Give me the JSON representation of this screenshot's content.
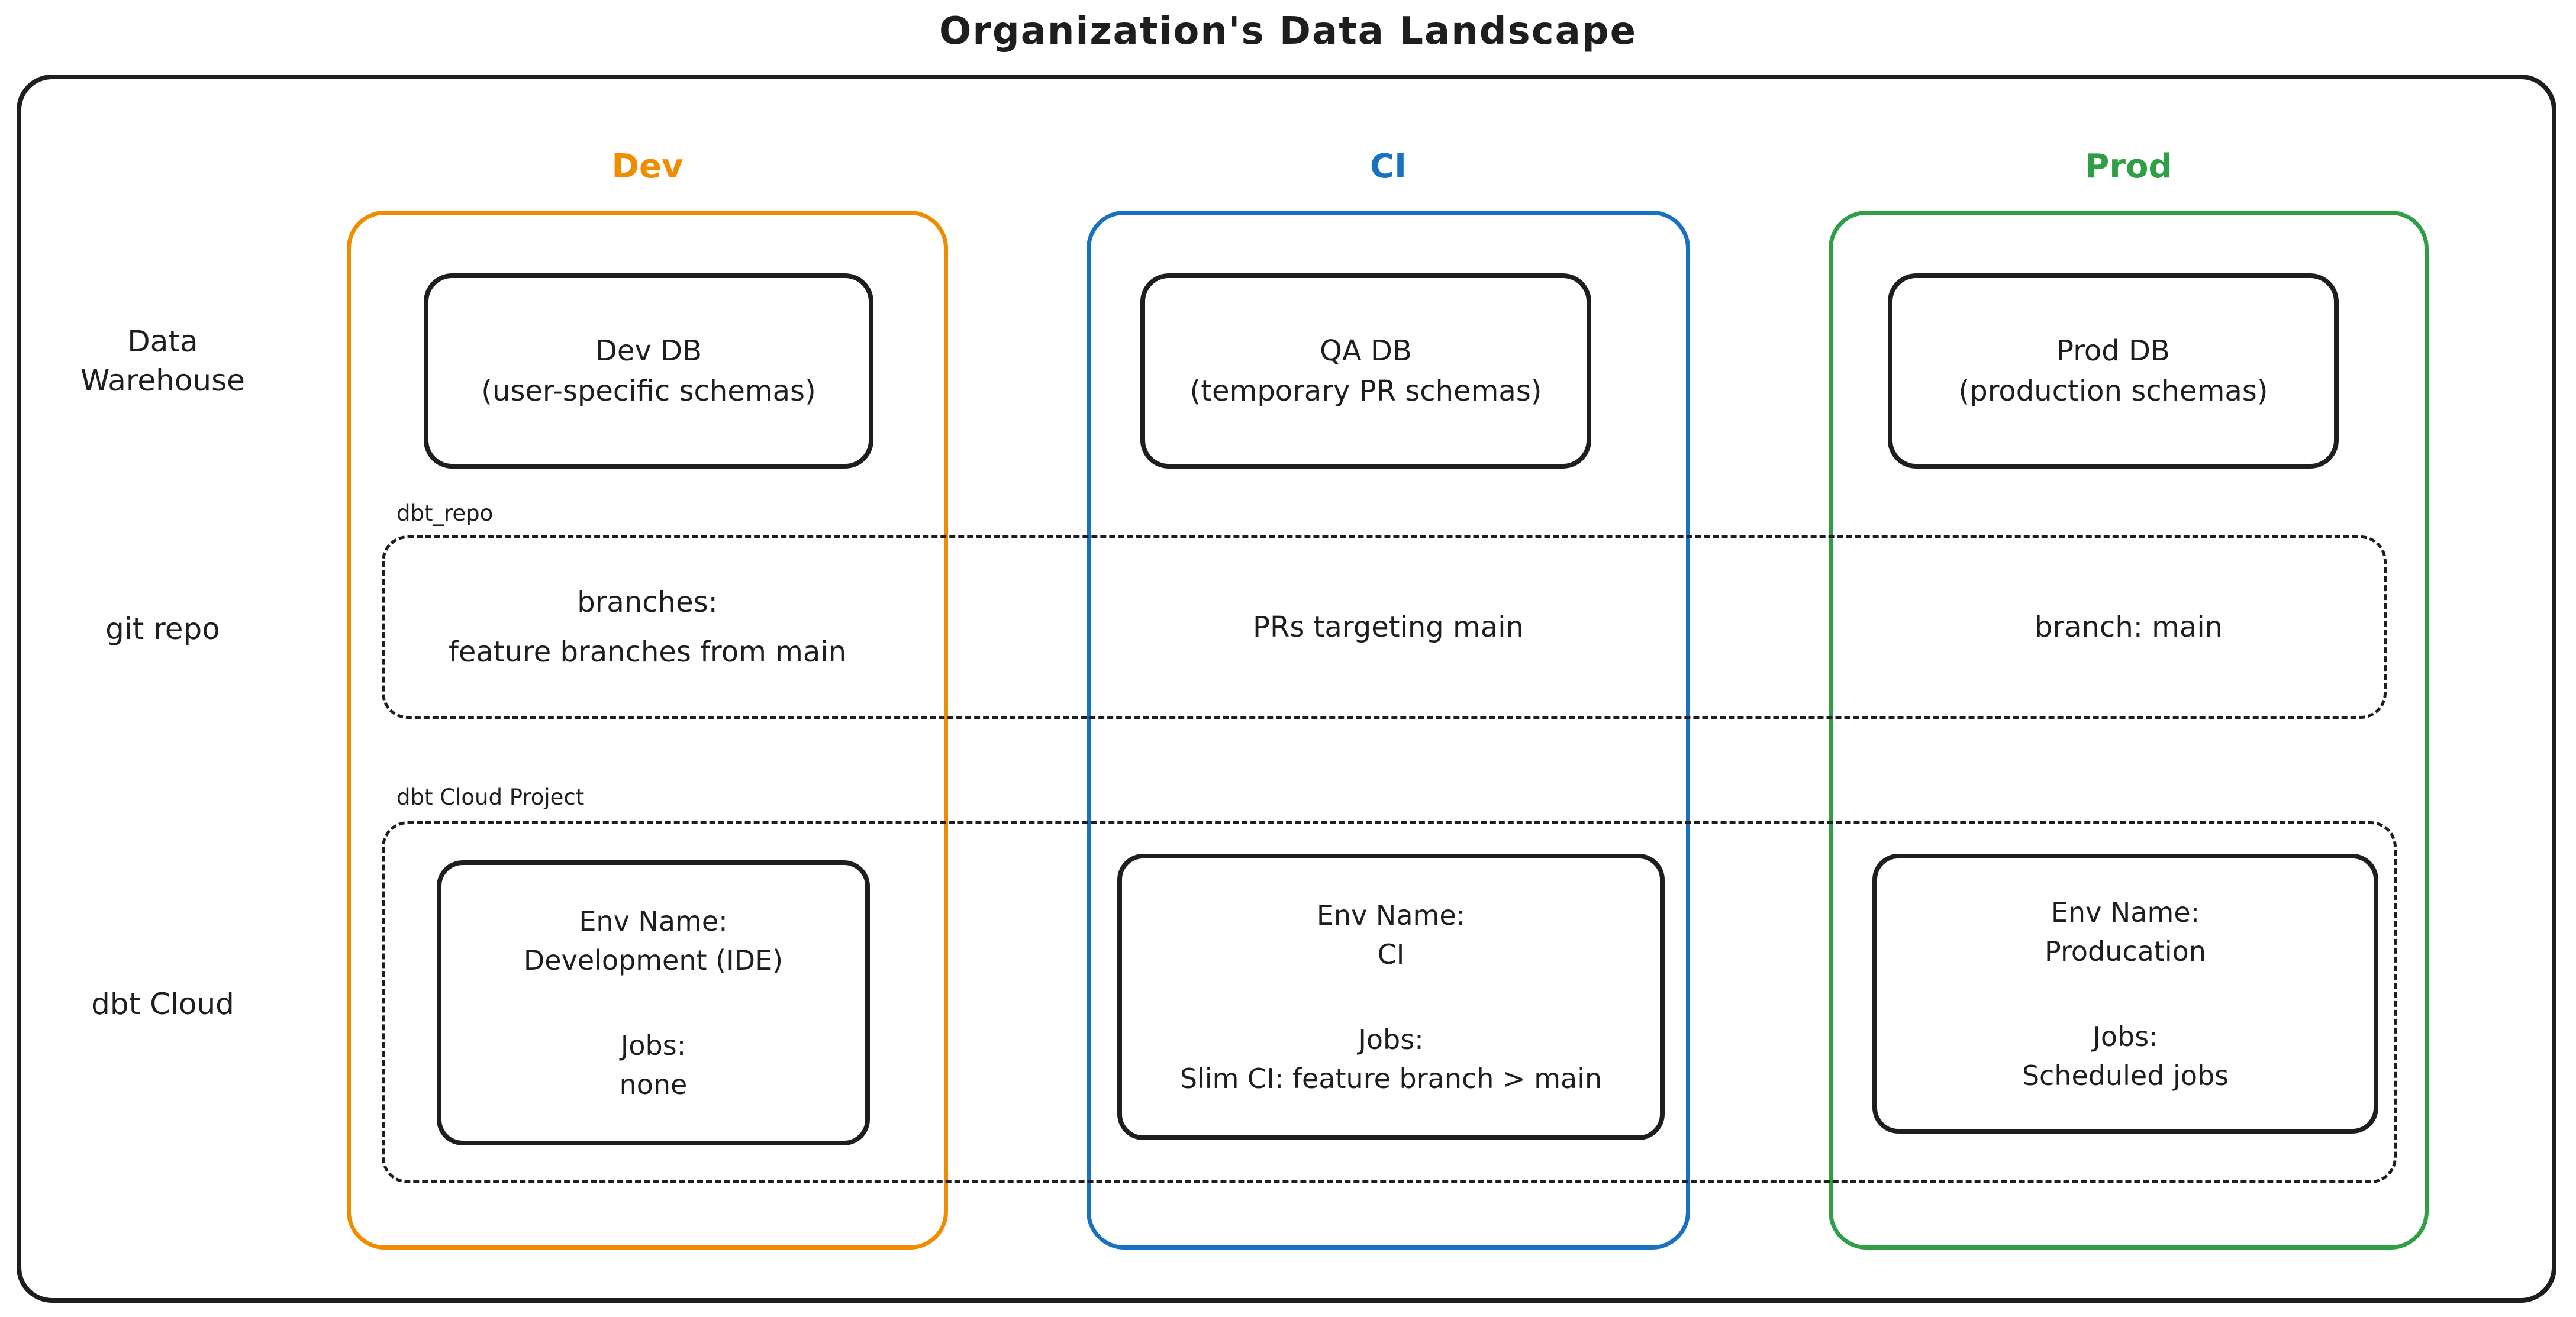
{
  "title": "Organization's Data Landscape",
  "colors": {
    "stroke": "#1e1e1e",
    "dev": "#f08c00",
    "ci": "#1971c2",
    "prod": "#2f9e44",
    "background": "#ffffff"
  },
  "row_labels": {
    "data_warehouse_line1": "Data",
    "data_warehouse_line2": "Warehouse",
    "git_repo": "git repo",
    "dbt_cloud": "dbt Cloud"
  },
  "group_labels": {
    "git_repo_box": "dbt_repo",
    "dbt_cloud_box": "dbt Cloud Project"
  },
  "columns": [
    {
      "id": "dev",
      "header": "Dev",
      "db": {
        "name": "Dev DB",
        "detail": "(user-specific schemas)"
      },
      "git": {
        "line1": "branches:",
        "line2": "feature branches from main"
      },
      "env": {
        "env_label": "Env Name:",
        "env_name": "Development (IDE)",
        "jobs_label": "Jobs:",
        "jobs": "none"
      }
    },
    {
      "id": "ci",
      "header": "CI",
      "db": {
        "name": "QA DB",
        "detail": "(temporary PR schemas)"
      },
      "git": {
        "line1": "PRs targeting main",
        "line2": ""
      },
      "env": {
        "env_label": "Env Name:",
        "env_name": "CI",
        "jobs_label": "Jobs:",
        "jobs": "Slim CI: feature branch > main"
      }
    },
    {
      "id": "prod",
      "header": "Prod",
      "db": {
        "name": "Prod DB",
        "detail": "(production schemas)"
      },
      "git": {
        "line1": "branch: main",
        "line2": ""
      },
      "env": {
        "env_label": "Env Name:",
        "env_name": "Producation",
        "jobs_label": "Jobs:",
        "jobs": "Scheduled jobs"
      }
    }
  ]
}
